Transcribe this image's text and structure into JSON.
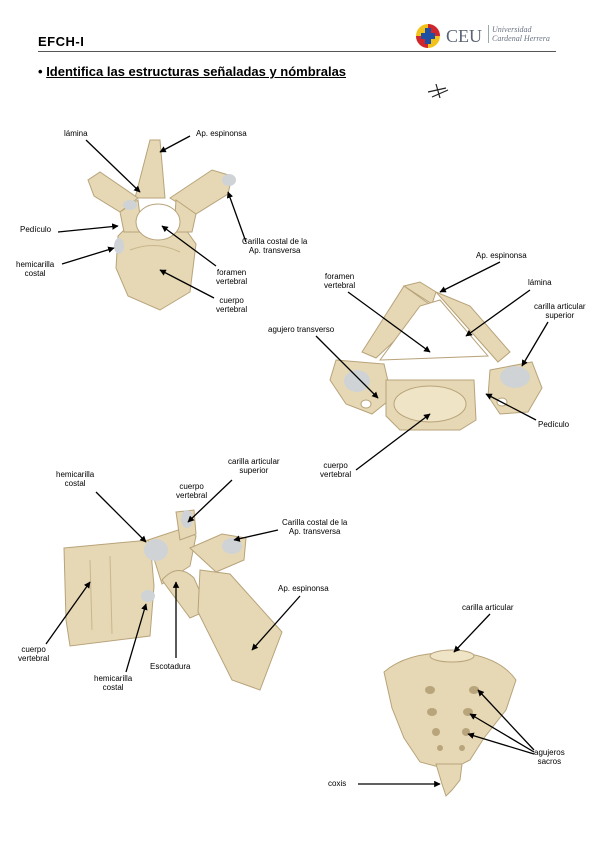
{
  "header": {
    "course": "EFCH-I",
    "logo_acronym": "CEU",
    "logo_line1": "Universidad",
    "logo_line2": "Cardenal Herrera"
  },
  "heading": {
    "bullet": "•",
    "text": "Identifica las estructuras señaladas y nómbralas"
  },
  "fig1": {
    "lamina": "lámina",
    "ap_espinosa": "Ap. espinonsa",
    "pediculo": "Pedículo",
    "hemicarilla_1": "hemicarilla",
    "hemicarilla_2": "costal",
    "carilla_tv_1": "Carilla costal de la",
    "carilla_tv_2": "Ap. transversa",
    "foramen_1": "foramen",
    "foramen_2": "vertebral",
    "cuerpo_1": "cuerpo",
    "cuerpo_2": "vertebral"
  },
  "fig2": {
    "ap_espinosa": "Ap. espinonsa",
    "foramen_1": "foramen",
    "foramen_2": "vertebral",
    "lamina": "lámina",
    "carilla_art_1": "carilla articular",
    "carilla_art_2": "superior",
    "agujero_transverso": "agujero transverso",
    "pediculo": "Pedículo",
    "cuerpo_1": "cuerpo",
    "cuerpo_2": "vertebral"
  },
  "fig3": {
    "hemicarilla_top_1": "hemicarilla",
    "hemicarilla_top_2": "costal",
    "cuerpo_top_1": "cuerpo",
    "cuerpo_top_2": "vertebral",
    "carilla_art_1": "carilla articular",
    "carilla_art_2": "superior",
    "carilla_tv_1": "Carilla costal de la",
    "carilla_tv_2": "Ap. transversa",
    "ap_espinosa": "Ap. espinonsa",
    "cuerpo_1": "cuerpo",
    "cuerpo_2": "vertebral",
    "escotadura": "Escotadura",
    "hemicarilla_bot_1": "hemicarilla",
    "hemicarilla_bot_2": "costal"
  },
  "fig4": {
    "carilla_articular": "carilla articular",
    "agujeros_1": "agujeros",
    "agujeros_2": "sacros",
    "coxis": "coxis"
  },
  "colors": {
    "bone": "#e6d8b4",
    "bone_dark": "#c9b68c",
    "cartilage": "#cfd3d6",
    "logo_red": "#d0252f",
    "logo_yellow": "#f3c21a",
    "logo_blue": "#1f4fa0"
  }
}
